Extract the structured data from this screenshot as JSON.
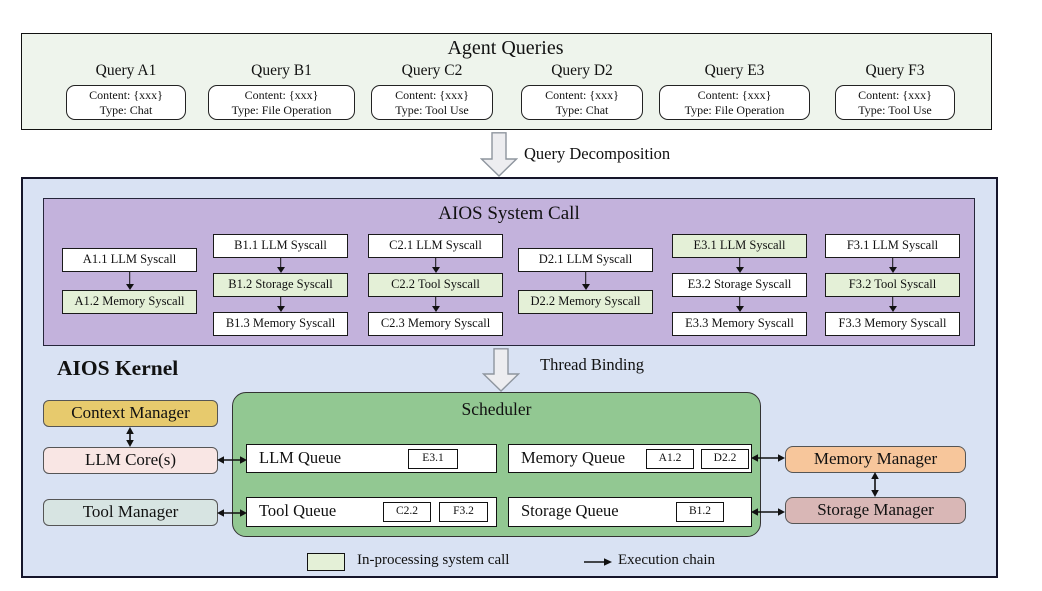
{
  "agent_queries": {
    "title": "Agent Queries",
    "queries": [
      {
        "name": "Query A1",
        "content": "Content: {xxx}",
        "type": "Type: Chat"
      },
      {
        "name": "Query B1",
        "content": "Content: {xxx}",
        "type": "Type: File Operation"
      },
      {
        "name": "Query C2",
        "content": "Content: {xxx}",
        "type": "Type: Tool Use"
      },
      {
        "name": "Query D2",
        "content": "Content: {xxx}",
        "type": "Type: Chat"
      },
      {
        "name": "Query E3",
        "content": "Content: {xxx}",
        "type": "Type: File Operation"
      },
      {
        "name": "Query F3",
        "content": "Content: {xxx}",
        "type": "Type: Tool Use"
      }
    ]
  },
  "flow": {
    "query_decomposition": "Query Decomposition",
    "thread_binding": "Thread Binding"
  },
  "kernel": {
    "label": "AIOS Kernel"
  },
  "system_call": {
    "title": "AIOS System Call",
    "columns": [
      {
        "boxes": [
          {
            "label": "A1.1 LLM Syscall",
            "in_processing": false
          },
          {
            "label": "A1.2 Memory Syscall",
            "in_processing": true
          }
        ]
      },
      {
        "boxes": [
          {
            "label": "B1.1 LLM Syscall",
            "in_processing": false
          },
          {
            "label": "B1.2 Storage Syscall",
            "in_processing": true
          },
          {
            "label": "B1.3 Memory Syscall",
            "in_processing": false
          }
        ]
      },
      {
        "boxes": [
          {
            "label": "C2.1 LLM Syscall",
            "in_processing": false
          },
          {
            "label": "C2.2 Tool Syscall",
            "in_processing": true
          },
          {
            "label": "C2.3 Memory Syscall",
            "in_processing": false
          }
        ]
      },
      {
        "boxes": [
          {
            "label": "D2.1 LLM Syscall",
            "in_processing": false
          },
          {
            "label": "D2.2 Memory Syscall",
            "in_processing": true
          }
        ]
      },
      {
        "boxes": [
          {
            "label": "E3.1 LLM Syscall",
            "in_processing": true
          },
          {
            "label": "E3.2 Storage Syscall",
            "in_processing": false
          },
          {
            "label": "E3.3 Memory Syscall",
            "in_processing": false
          }
        ]
      },
      {
        "boxes": [
          {
            "label": "F3.1 LLM Syscall",
            "in_processing": false
          },
          {
            "label": "F3.2 Tool Syscall",
            "in_processing": true
          },
          {
            "label": "F3.3 Memory Syscall",
            "in_processing": false
          }
        ]
      }
    ]
  },
  "scheduler": {
    "title": "Scheduler",
    "queues": [
      {
        "label": "LLM Queue",
        "items": [
          "E3.1"
        ]
      },
      {
        "label": "Memory Queue",
        "items": [
          "A1.2",
          "D2.2"
        ]
      },
      {
        "label": "Tool Queue",
        "items": [
          "C2.2",
          "F3.2"
        ]
      },
      {
        "label": "Storage Queue",
        "items": [
          "B1.2"
        ]
      }
    ]
  },
  "managers": {
    "context": "Context Manager",
    "llm_cores": "LLM Core(s)",
    "tool": "Tool Manager",
    "memory": "Memory Manager",
    "storage": "Storage Manager"
  },
  "legend": {
    "in_processing": "In-processing system call",
    "execution_chain": "Execution chain"
  },
  "colors": {
    "agent_queries_bg": "#eef4ec",
    "kernel_bg": "#d9e2f3",
    "system_call_bg": "#c3b2dc",
    "in_processing_bg": "#e4f0d7",
    "scheduler_bg": "#92c892",
    "context_manager_bg": "#e7ca6d",
    "llm_cores_bg": "#f9e6e4",
    "tool_manager_bg": "#d7e4e2",
    "memory_manager_bg": "#f7c69b",
    "storage_manager_bg": "#d9b7b6"
  }
}
